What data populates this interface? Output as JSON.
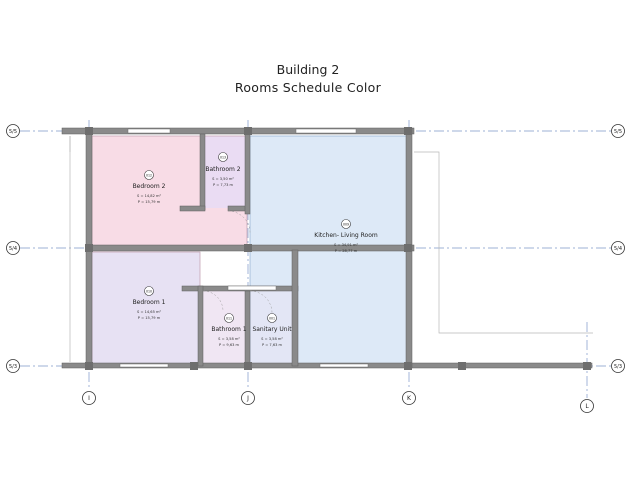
{
  "title": "Building 2",
  "subtitle": "Rooms Schedule Color",
  "grid_rows": [
    "5/5",
    "5/4",
    "5/3"
  ],
  "grid_columns": [
    "I",
    "J",
    "K",
    "L"
  ],
  "rooms": [
    {
      "number": "012",
      "name": "Bedroom 2",
      "area": "S = 14,82 m²",
      "perimeter": "P = 15,79 m"
    },
    {
      "number": "013",
      "name": "Bathroom 2",
      "area": "S = 3,50 m²",
      "perimeter": "P = 7,73 m"
    },
    {
      "number": "009",
      "name": "Kitchen- Living Room",
      "area": "S = 34,91 m²",
      "perimeter": "P = 28,77 m"
    },
    {
      "number": "010",
      "name": "Bedroom 1",
      "area": "S = 14,65 m²",
      "perimeter": "P = 15,79 m"
    },
    {
      "number": "011",
      "name": "Bathroom 1",
      "area": "S = 3,58 m²",
      "perimeter": "P = 9,63 m"
    },
    {
      "number": "001",
      "name": "Sanitary Unit",
      "area": "S = 3,58 m²",
      "perimeter": "P = 7,63 m"
    }
  ],
  "colors": {
    "bedroom_2": "#f8dce6",
    "bathroom_2": "#eadcf3",
    "kitchen_living": "#dde9f7",
    "bedroom_1": "#e7e1f3",
    "bathroom_1": "#f0e6f3",
    "sanitary_unit": "#e3e6f5",
    "wall": "#8a8a8a",
    "grid_line": "#7d98c9"
  }
}
